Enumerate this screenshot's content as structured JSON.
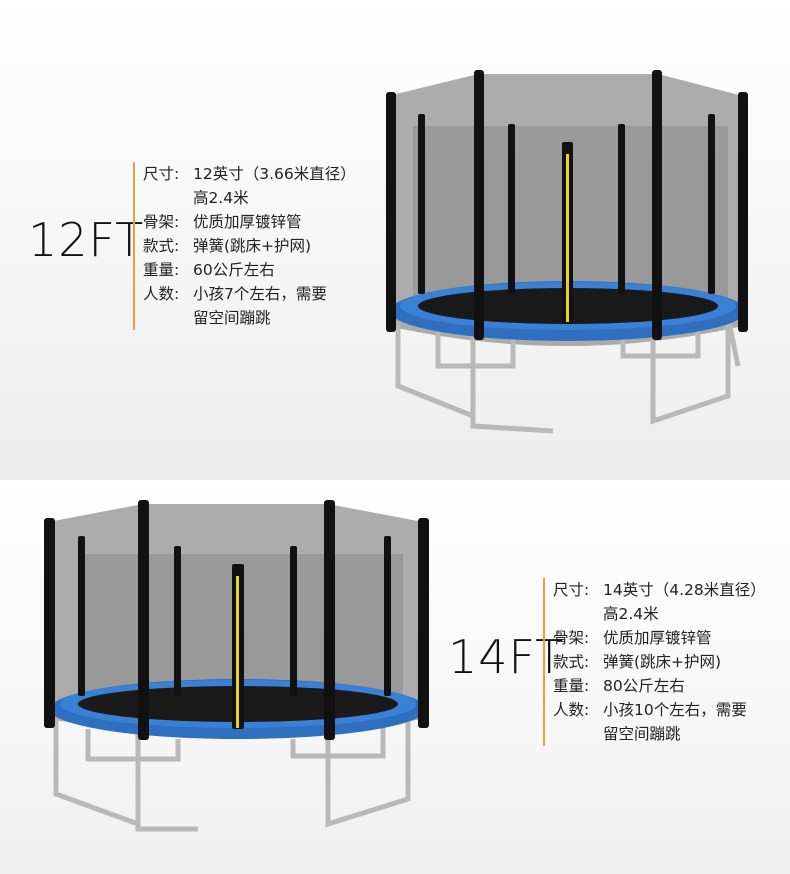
{
  "products": [
    {
      "size": "12FT",
      "specs": [
        {
          "key": "尺寸:",
          "value": "12英寸（3.66米直径）\n高2.4米"
        },
        {
          "key": "骨架:",
          "value": "优质加厚镀锌管"
        },
        {
          "key": "款式:",
          "value": "弹簧(跳床+护网)"
        },
        {
          "key": "重量:",
          "value": "60公斤左右"
        },
        {
          "key": "人数:",
          "value": "小孩7个左右，需要\n留空间蹦跳"
        }
      ]
    },
    {
      "size": "14FT",
      "specs": [
        {
          "key": "尺寸:",
          "value": "14英寸（4.28米直径）\n高2.4米"
        },
        {
          "key": "骨架:",
          "value": "优质加厚镀锌管"
        },
        {
          "key": "款式:",
          "value": "弹簧(跳床+护网)"
        },
        {
          "key": "重量:",
          "value": "80公斤左右"
        },
        {
          "key": "人数:",
          "value": "小孩10个左右，需要\n留空间蹦跳"
        }
      ]
    }
  ],
  "colors": {
    "accent_line": "#e0a43a",
    "frame_blue": "#2f6fc0",
    "pole": "#111111",
    "net": "#9a9a9a"
  }
}
